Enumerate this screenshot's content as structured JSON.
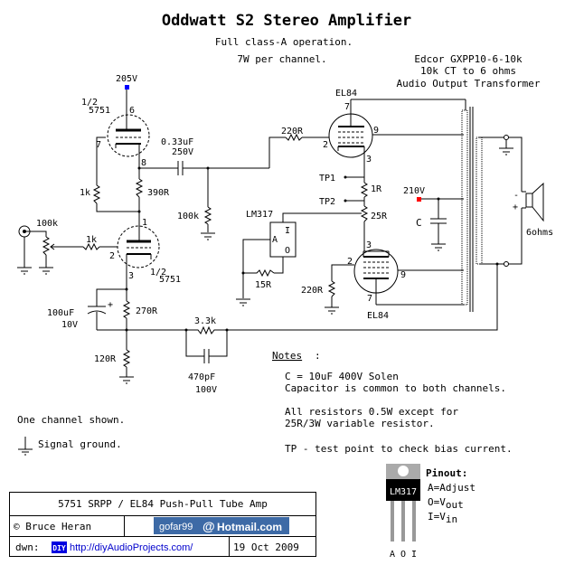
{
  "header": {
    "title": "Oddwatt S2 Stereo Amplifier",
    "subtitle1": "Full class-A operation.",
    "subtitle2": "7W per channel."
  },
  "transformer": {
    "line1": "Edcor GXPP10-6-10k",
    "line2": "10k CT to 6 ohms",
    "line3": "Audio Output Transformer"
  },
  "supply": {
    "b_plus_driver": "205V",
    "b_plus_output": "210V",
    "driver_node_color": "#0000ff",
    "output_node_color": "#ff0000"
  },
  "components": {
    "tube_half": "1/2",
    "tube_5751": "5751",
    "tube_el84": "EL84",
    "pin1": "1",
    "pin2": "2",
    "pin3": "3",
    "pin6": "6",
    "pin7": "7",
    "pin8": "8",
    "pin9": "9",
    "coupling_cap_value": "0.33uF",
    "coupling_cap_voltage": "250V",
    "r_1k_feedback": "1k",
    "r_390": "390R",
    "r_100k_grid": "100k",
    "pot_100k": "100k",
    "r_1k_input": "1k",
    "r_220_grid_top": "220R",
    "r_220_grid_bottom": "220R",
    "tp1": "TP1",
    "tp2": "TP2",
    "r_1r": "1R",
    "pot_25r": "25R",
    "lm317": "LM317",
    "lm317_pin_i": "I",
    "lm317_pin_a": "A",
    "lm317_pin_o": "O",
    "r_15r": "15R",
    "cap_c": "C",
    "cap_bypass_value": "100uF",
    "cap_bypass_voltage": "10V",
    "cap_plus": "+",
    "r_270": "270R",
    "r_120": "120R",
    "r_3k3": "3.3k",
    "cap_470p_value": "470pF",
    "cap_470p_voltage": "100V",
    "speaker_minus": "-",
    "speaker_plus": "+",
    "speaker_label": "6ohms"
  },
  "notes": {
    "heading": "Notes",
    "line1": "C = 10uF 400V Solen",
    "line2": "Capacitor is common to both channels.",
    "line3": "All resistors 0.5W except for",
    "line4": "25R/3W variable resistor.",
    "line5": "TP - test point to check bias current."
  },
  "legend": {
    "one_channel": "One channel shown.",
    "signal_ground": "Signal ground."
  },
  "pinout": {
    "heading": "Pinout:",
    "chip_label": "LM317",
    "a": "A=Adjust",
    "o_prefix": "O=V",
    "o_sub": "out",
    "i_prefix": "I=V",
    "i_sub": "in",
    "legs": "A O I"
  },
  "titleblock": {
    "project": "5751 SRPP / EL84  Push-Pull Tube Amp",
    "author": "© Bruce Heran",
    "email_user": "gofar99",
    "email_at": "@",
    "email_domain": "Hotmail.com",
    "drawn_label": "dwn:",
    "diy_badge": "DIY",
    "url": "http://diyAudioProjects.com/",
    "date": "19 Oct 2009"
  }
}
